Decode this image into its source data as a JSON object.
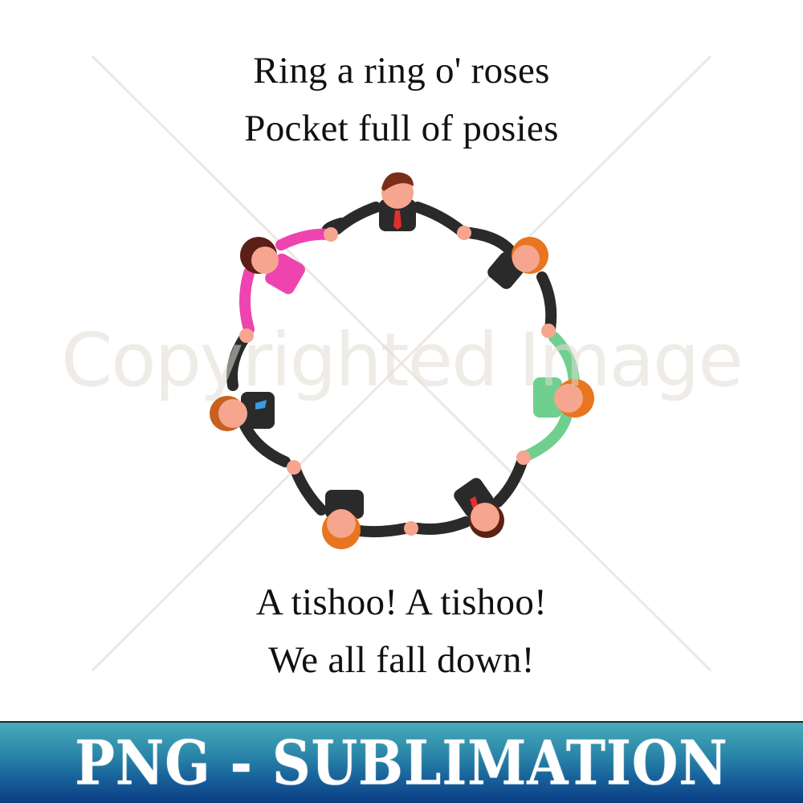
{
  "lyrics": {
    "top": [
      "Ring a ring o' roses",
      "Pocket full of posies"
    ],
    "bottom": [
      "A tishoo! A tishoo!",
      "We all fall down!"
    ]
  },
  "watermark": "Copyrighted Image",
  "banner": {
    "label": "PNG - SUBLIMATION",
    "colors": {
      "top": "#45abb9",
      "bottom": "#0b3d84",
      "text": "#ffffff"
    }
  },
  "illustration": {
    "description": "Seven cartoon people holding hands in a circle, viewed from above",
    "people": [
      {
        "position": "top",
        "outfit": "black suit, red tie",
        "hair": "brown"
      },
      {
        "position": "top-right",
        "outfit": "black suit",
        "hair": "orange"
      },
      {
        "position": "right",
        "outfit": "green top",
        "hair": "orange"
      },
      {
        "position": "bottom-right",
        "outfit": "black suit, red tie",
        "hair": "dark brown"
      },
      {
        "position": "bottom-left",
        "outfit": "black suit",
        "hair": "orange"
      },
      {
        "position": "left",
        "outfit": "black suit, blue tie",
        "hair": "orange-brown"
      },
      {
        "position": "top-left",
        "outfit": "pink top",
        "hair": "dark brown"
      }
    ]
  }
}
